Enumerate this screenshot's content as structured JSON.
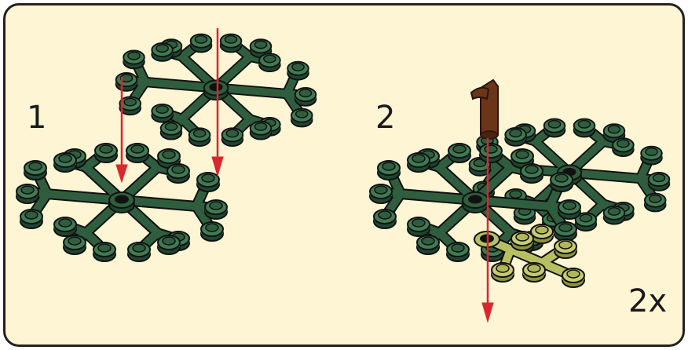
{
  "steps": [
    {
      "number": "1"
    },
    {
      "number": "2"
    }
  ],
  "quantity": "2x",
  "colors": {
    "background": "#fdf5d3",
    "frame": "#222222",
    "dark_green_plate": "#2f5e3f",
    "light_green_plate": "#b8bf62",
    "brown_trunk": "#6b3618",
    "arrow_red": "#d9272e"
  },
  "icons": [
    "snowflake-plate-icon",
    "branch-plate-icon",
    "trunk-piece-icon",
    "down-arrow-icon"
  ]
}
